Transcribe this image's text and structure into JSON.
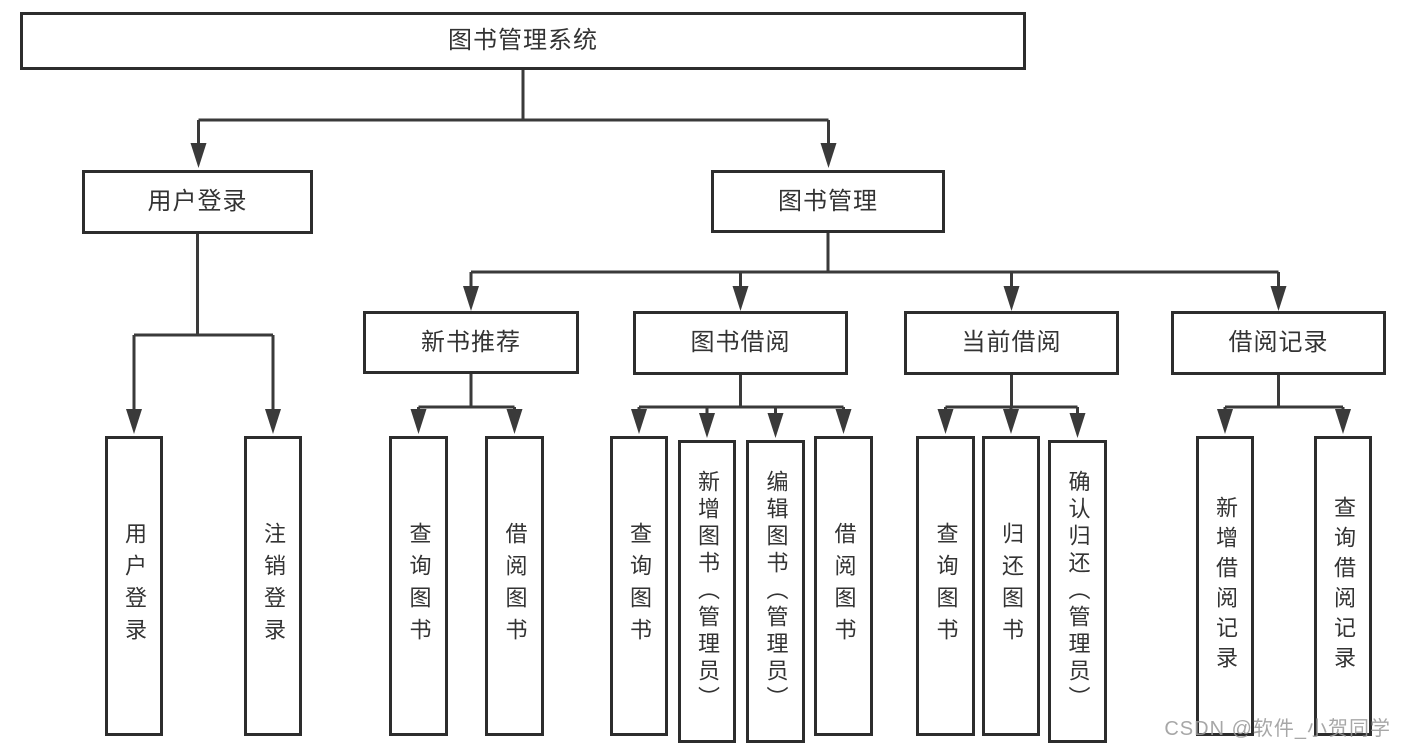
{
  "diagram_title": "图书管理系统",
  "colors": {
    "line": "#3a3a3a",
    "box_border": "#2d2d2d",
    "text": "#333333",
    "watermark": "#9b9b9b",
    "background": "#ffffff"
  },
  "watermark": {
    "text": "CSDN @软件_小贺同学"
  },
  "tree": {
    "label": "图书管理系统",
    "children": [
      {
        "label": "用户登录",
        "children": [
          {
            "label": "用户登录"
          },
          {
            "label": "注销登录"
          }
        ]
      },
      {
        "label": "图书管理",
        "children": [
          {
            "label": "新书推荐",
            "children": [
              {
                "label": "查询图书"
              },
              {
                "label": "借阅图书"
              }
            ]
          },
          {
            "label": "图书借阅",
            "children": [
              {
                "label": "查询图书"
              },
              {
                "label": "新增图书（管理员）"
              },
              {
                "label": "编辑图书（管理员）"
              },
              {
                "label": "借阅图书"
              }
            ]
          },
          {
            "label": "当前借阅",
            "children": [
              {
                "label": "查询图书"
              },
              {
                "label": "归还图书"
              },
              {
                "label": "确认归还（管理员）"
              }
            ]
          },
          {
            "label": "借阅记录",
            "children": [
              {
                "label": "新增借阅记录"
              },
              {
                "label": "查询借阅记录"
              }
            ]
          }
        ]
      }
    ]
  }
}
